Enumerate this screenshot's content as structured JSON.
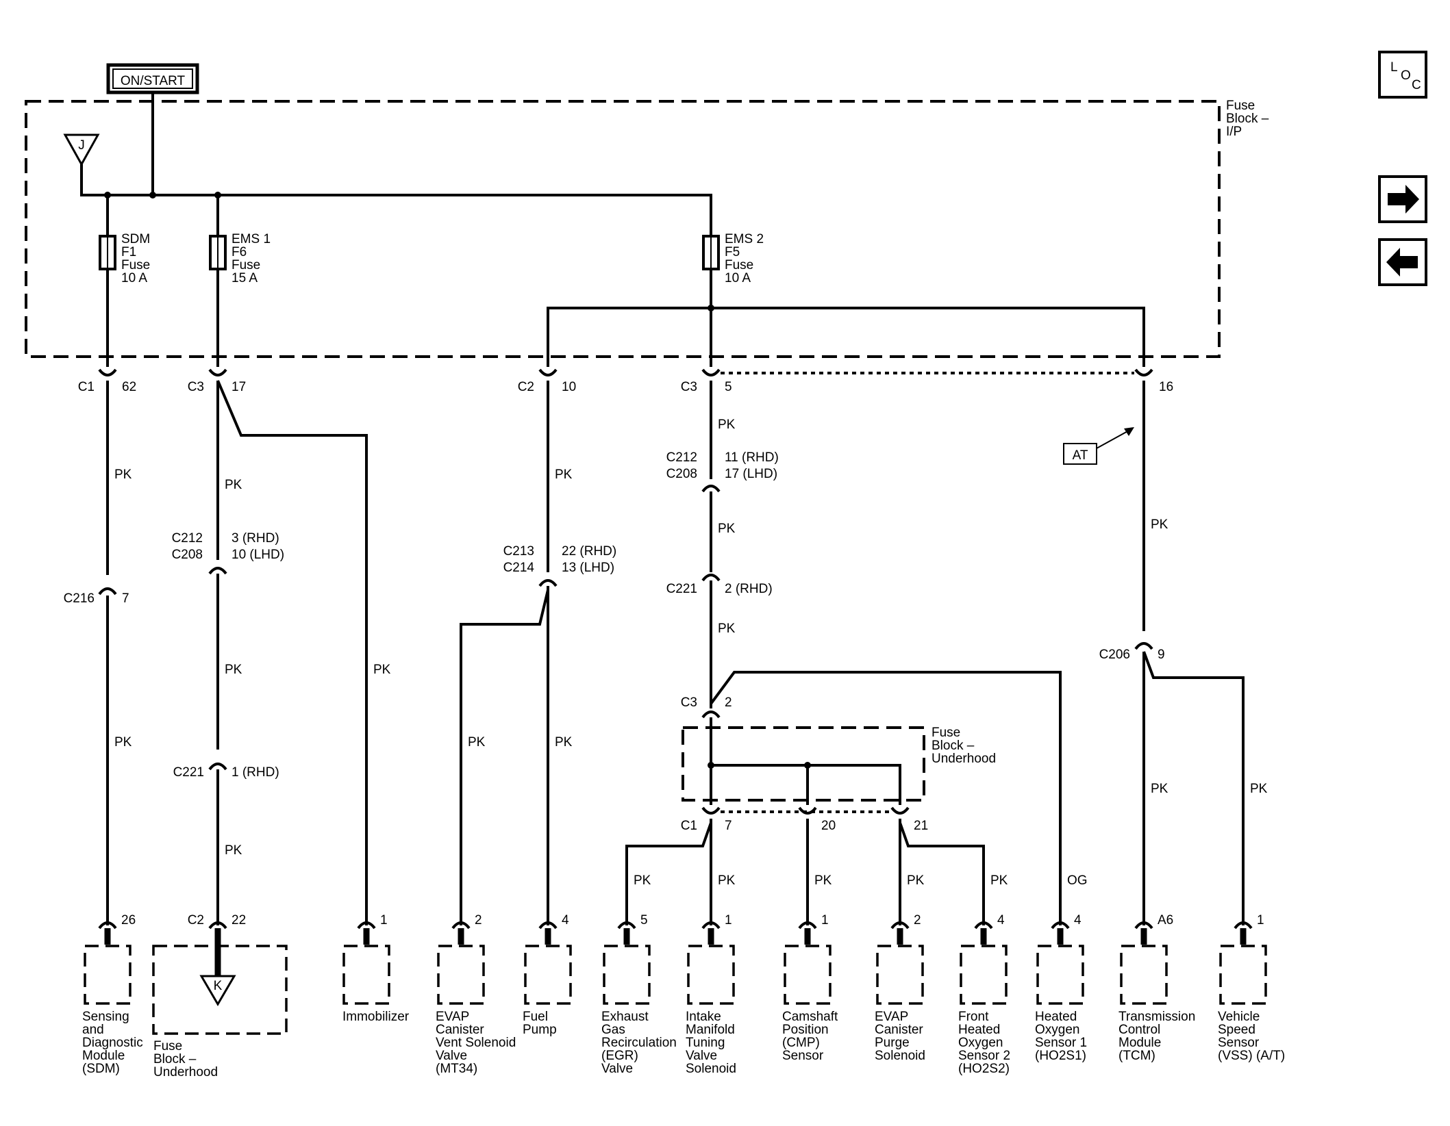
{
  "power_label": "ON/START",
  "fuse_block_ip": [
    "Fuse",
    "Block –",
    "I/P"
  ],
  "fuse_block_underhood": [
    "Fuse",
    "Block –",
    "Underhood"
  ],
  "ground_j": "J",
  "ground_k": "K",
  "at_label": "AT",
  "loc_icon": [
    "L",
    "O",
    "C"
  ],
  "fuses": [
    {
      "name": "SDM",
      "id": "F1",
      "type": "Fuse",
      "rating": "10 A"
    },
    {
      "name": "EMS 1",
      "id": "F6",
      "type": "Fuse",
      "rating": "15 A"
    },
    {
      "name": "EMS 2",
      "id": "F5",
      "type": "Fuse",
      "rating": "10 A"
    }
  ],
  "connectors": {
    "c1_62": [
      "C1",
      "62"
    ],
    "c3_17": [
      "C3",
      "17"
    ],
    "c2_10": [
      "C2",
      "10"
    ],
    "c3_5": [
      "C3",
      "5"
    ],
    "c_16": [
      "",
      "16"
    ],
    "c212_208_a": [
      "C212",
      "C208",
      "11 (RHD)",
      "17 (LHD)"
    ],
    "c212_208_b": [
      "C212",
      "C208",
      "3 (RHD)",
      "10 (LHD)"
    ],
    "c213_214": [
      "C213",
      "C214",
      "22 (RHD)",
      "13 (LHD)"
    ],
    "c216": [
      "C216",
      "7"
    ],
    "c221_a": [
      "C221",
      "2 (RHD)"
    ],
    "c221_b": [
      "C221",
      "1 (RHD)"
    ],
    "c206": [
      "C206",
      "9"
    ],
    "c3_2": [
      "C3",
      "2"
    ],
    "c1_7": [
      "C1",
      "7"
    ],
    "c_20": [
      "",
      "20"
    ],
    "c_21": [
      "",
      "21"
    ]
  },
  "wire_colors": {
    "pk": "PK",
    "og": "OG"
  },
  "components": [
    {
      "pin": "26",
      "label": [
        "Sensing",
        "and",
        "Diagnostic",
        "Module",
        "(SDM)"
      ]
    },
    {
      "pin": "22",
      "connector": "C2",
      "label": [
        "Fuse",
        "Block –",
        "Underhood"
      ]
    },
    {
      "pin": "1",
      "label": [
        "Immobilizer"
      ]
    },
    {
      "pin": "2",
      "label": [
        "EVAP",
        "Canister",
        "Vent Solenoid",
        "Valve",
        "(MT34)"
      ]
    },
    {
      "pin": "4",
      "label": [
        "Fuel",
        "Pump"
      ]
    },
    {
      "pin": "5",
      "label": [
        "Exhaust",
        "Gas",
        "Recirculation",
        "(EGR)",
        "Valve"
      ]
    },
    {
      "pin": "1",
      "label": [
        "Intake",
        "Manifold",
        "Tuning",
        "Valve",
        "Solenoid"
      ]
    },
    {
      "pin": "1",
      "label": [
        "Camshaft",
        "Position",
        "(CMP)",
        "Sensor"
      ]
    },
    {
      "pin": "2",
      "label": [
        "EVAP",
        "Canister",
        "Purge",
        "Solenoid"
      ]
    },
    {
      "pin": "4",
      "label": [
        "Front",
        "Heated",
        "Oxygen",
        "Sensor 2",
        "(HO2S2)"
      ]
    },
    {
      "pin": "4",
      "label": [
        "Heated",
        "Oxygen",
        "Sensor 1",
        "(HO2S1)"
      ]
    },
    {
      "pin": "A6",
      "label": [
        "Transmission",
        "Control",
        "Module",
        "(TCM)"
      ]
    },
    {
      "pin": "1",
      "label": [
        "Vehicle",
        "Speed",
        "Sensor",
        "(VSS) (A/T)"
      ]
    }
  ]
}
